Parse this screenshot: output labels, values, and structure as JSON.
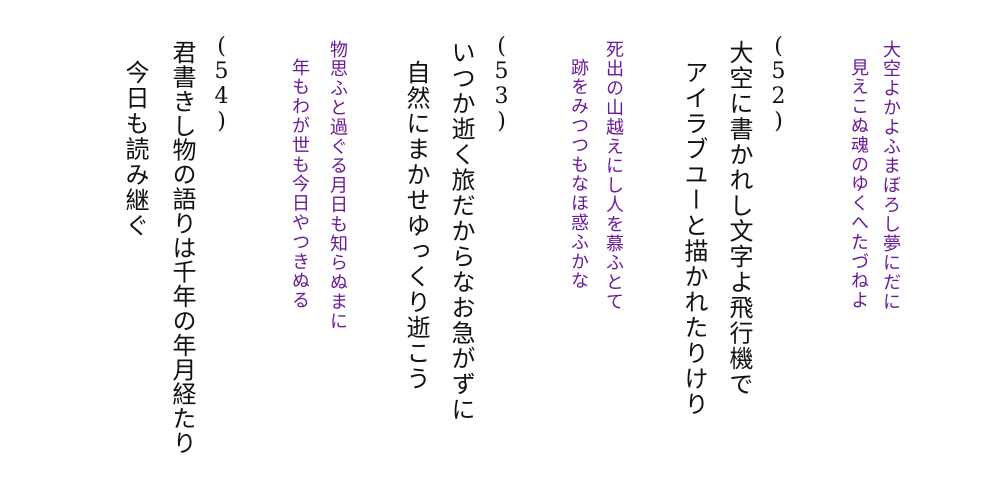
{
  "colors": {
    "quote": "#6a1b9a",
    "poem": "#111111",
    "background": "#ffffff"
  },
  "stanzas": [
    {
      "quote_lines": [
        "大空よかよふまぼろし夢にだに",
        "見えこぬ魂のゆくへたづねよ"
      ],
      "number": "(52)",
      "poem_lines": [
        "大空に書かれし文字よ飛行機で",
        "アイラブユーと描かれたりけり"
      ]
    },
    {
      "quote_lines": [
        "死出の山越えにし人を慕ふとて",
        "跡をみつつもなほ惑ふかな"
      ],
      "number": "(53)",
      "poem_lines": [
        "いつか逝く旅だからなお急がずに",
        "自然にまかせゆっくり逝こう"
      ]
    },
    {
      "quote_lines": [
        "物思ふと過ぐる月日も知らぬまに",
        "年もわが世も今日やつきぬる"
      ],
      "number": "(54)",
      "poem_lines": [
        "君書きし物の語りは千年の年月経たり",
        "今日も読み継ぐ"
      ]
    }
  ]
}
